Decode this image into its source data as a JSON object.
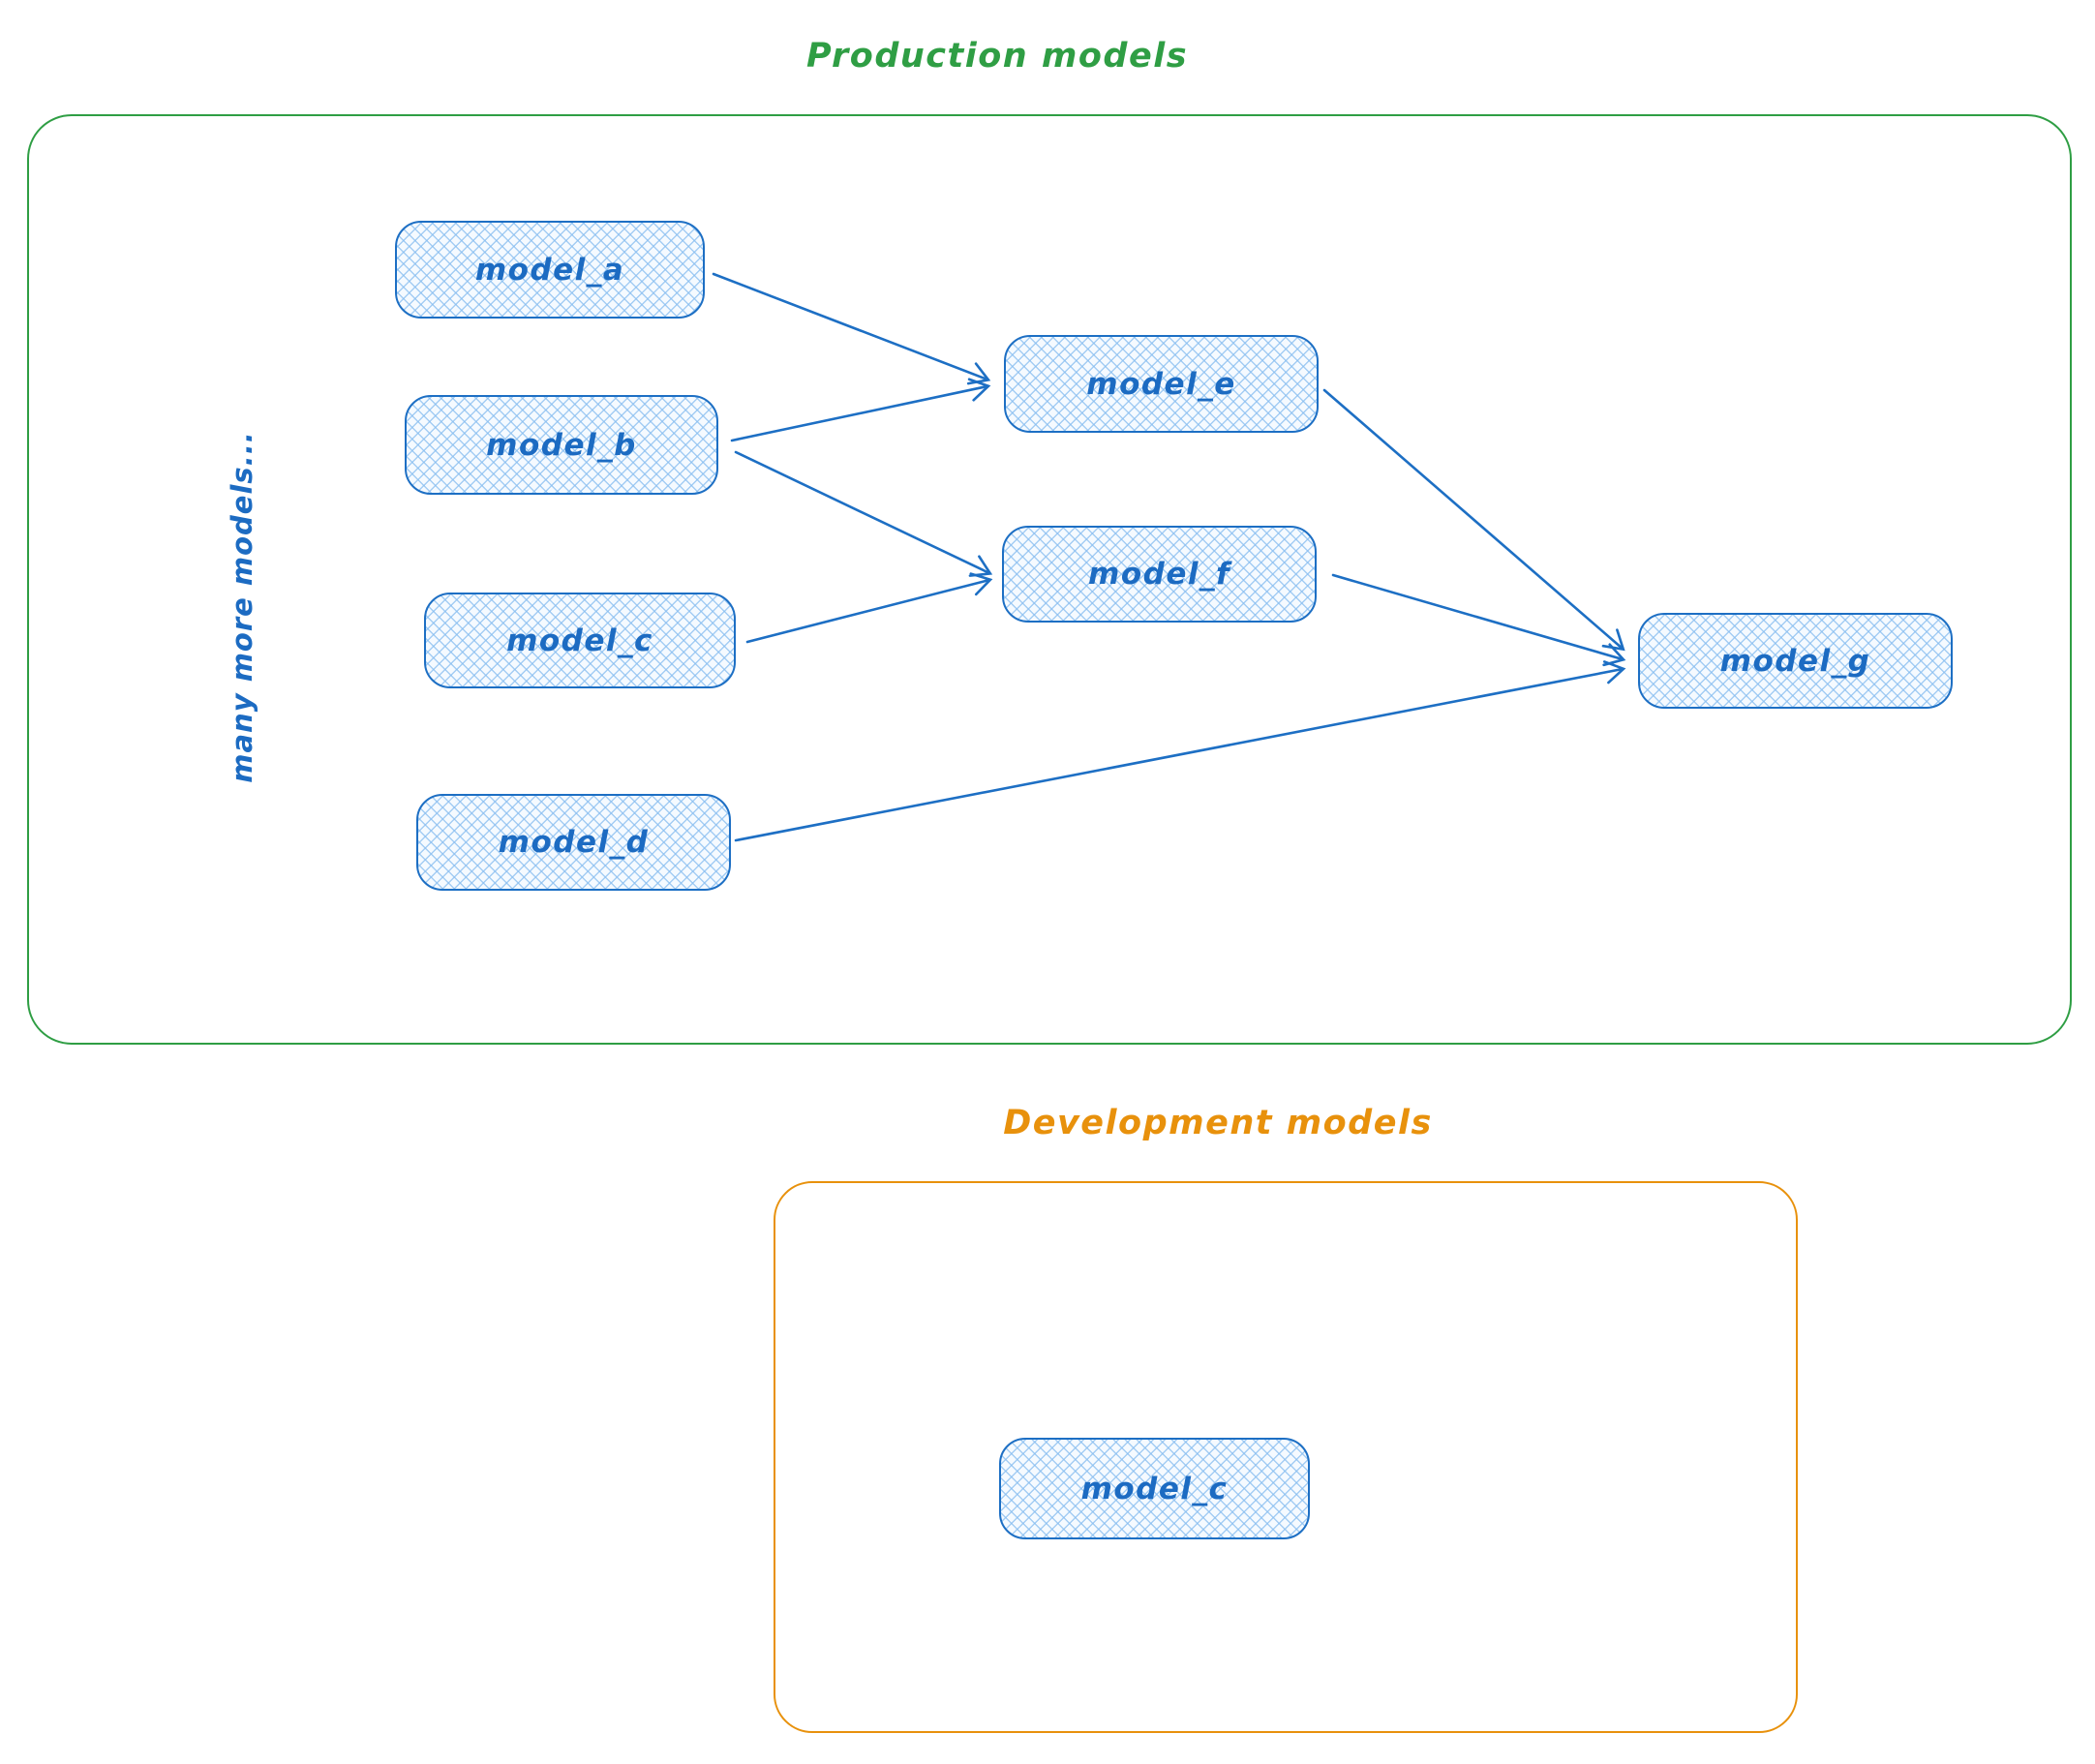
{
  "production": {
    "title": "Production models",
    "side_label": "many more models...",
    "nodes": {
      "model_a": "model_a",
      "model_b": "model_b",
      "model_c": "model_c",
      "model_d": "model_d",
      "model_e": "model_e",
      "model_f": "model_f",
      "model_g": "model_g"
    },
    "edges": [
      {
        "from": "model_a",
        "to": "model_e"
      },
      {
        "from": "model_b",
        "to": "model_e"
      },
      {
        "from": "model_b",
        "to": "model_f"
      },
      {
        "from": "model_c",
        "to": "model_f"
      },
      {
        "from": "model_e",
        "to": "model_g"
      },
      {
        "from": "model_f",
        "to": "model_g"
      },
      {
        "from": "model_d",
        "to": "model_g"
      }
    ]
  },
  "development": {
    "title": "Development models",
    "nodes": {
      "model_c": "model_c"
    }
  },
  "colors": {
    "production_border": "#2f9e44",
    "development_border": "#e8910c",
    "node_border": "#1d6fc4",
    "node_hatch": "#a9cdf0",
    "node_text": "#1c6bc2",
    "arrow": "#1d6fc4"
  }
}
